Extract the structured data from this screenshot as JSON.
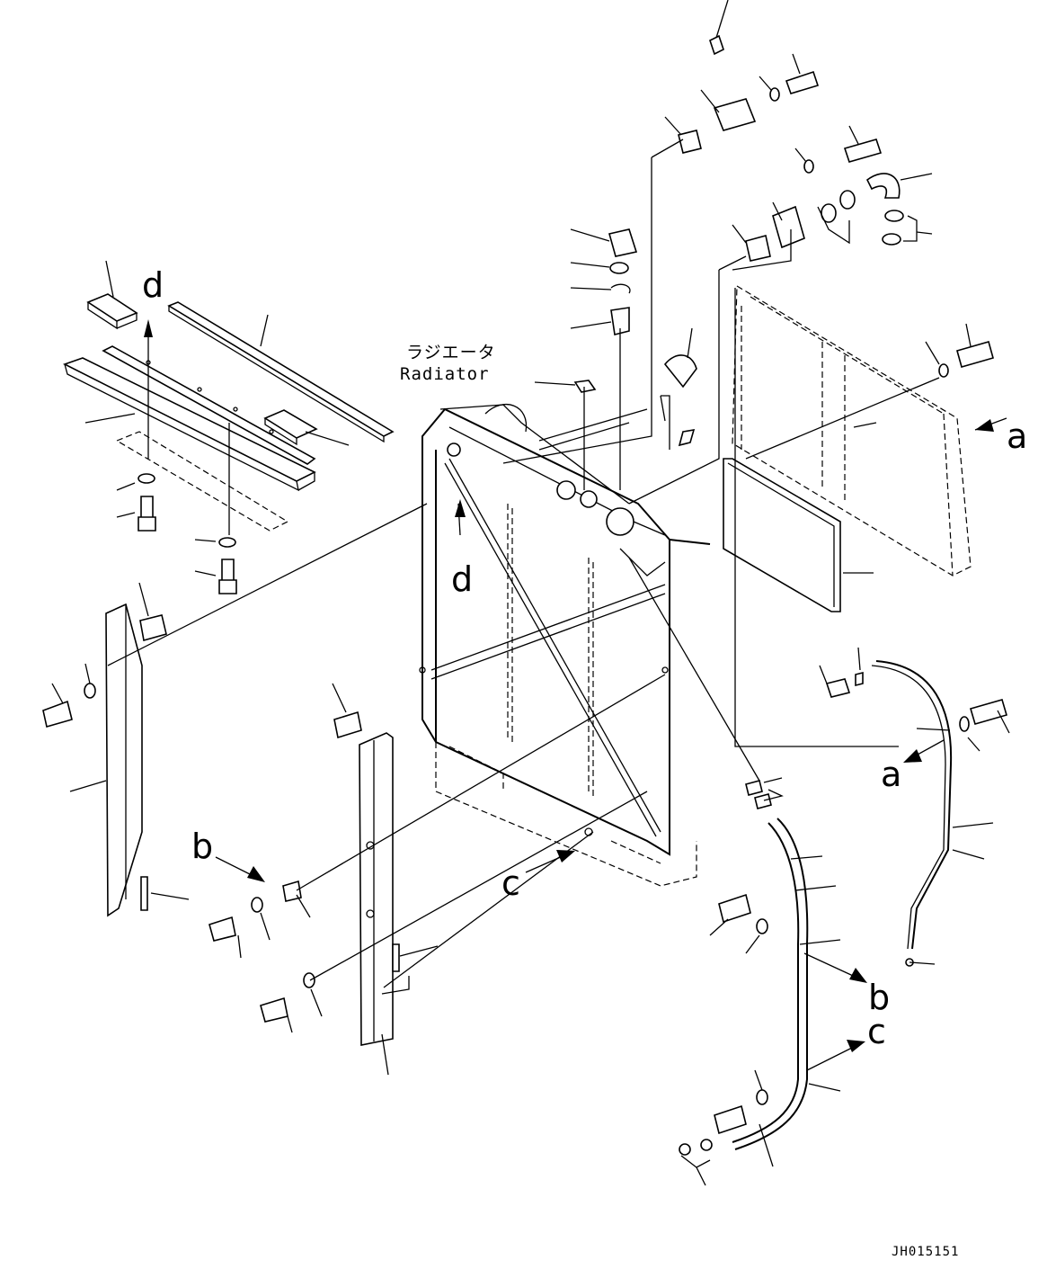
{
  "diagram": {
    "title_jp": "ラジエータ",
    "title_en": "Radiator",
    "drawing_code": "JH015151",
    "reference_letters": {
      "a_right": "a",
      "a_lower": "a",
      "b_left": "b",
      "b_right": "b",
      "c_left": "c",
      "c_right": "c",
      "d_upper": "d",
      "d_center": "d"
    }
  }
}
